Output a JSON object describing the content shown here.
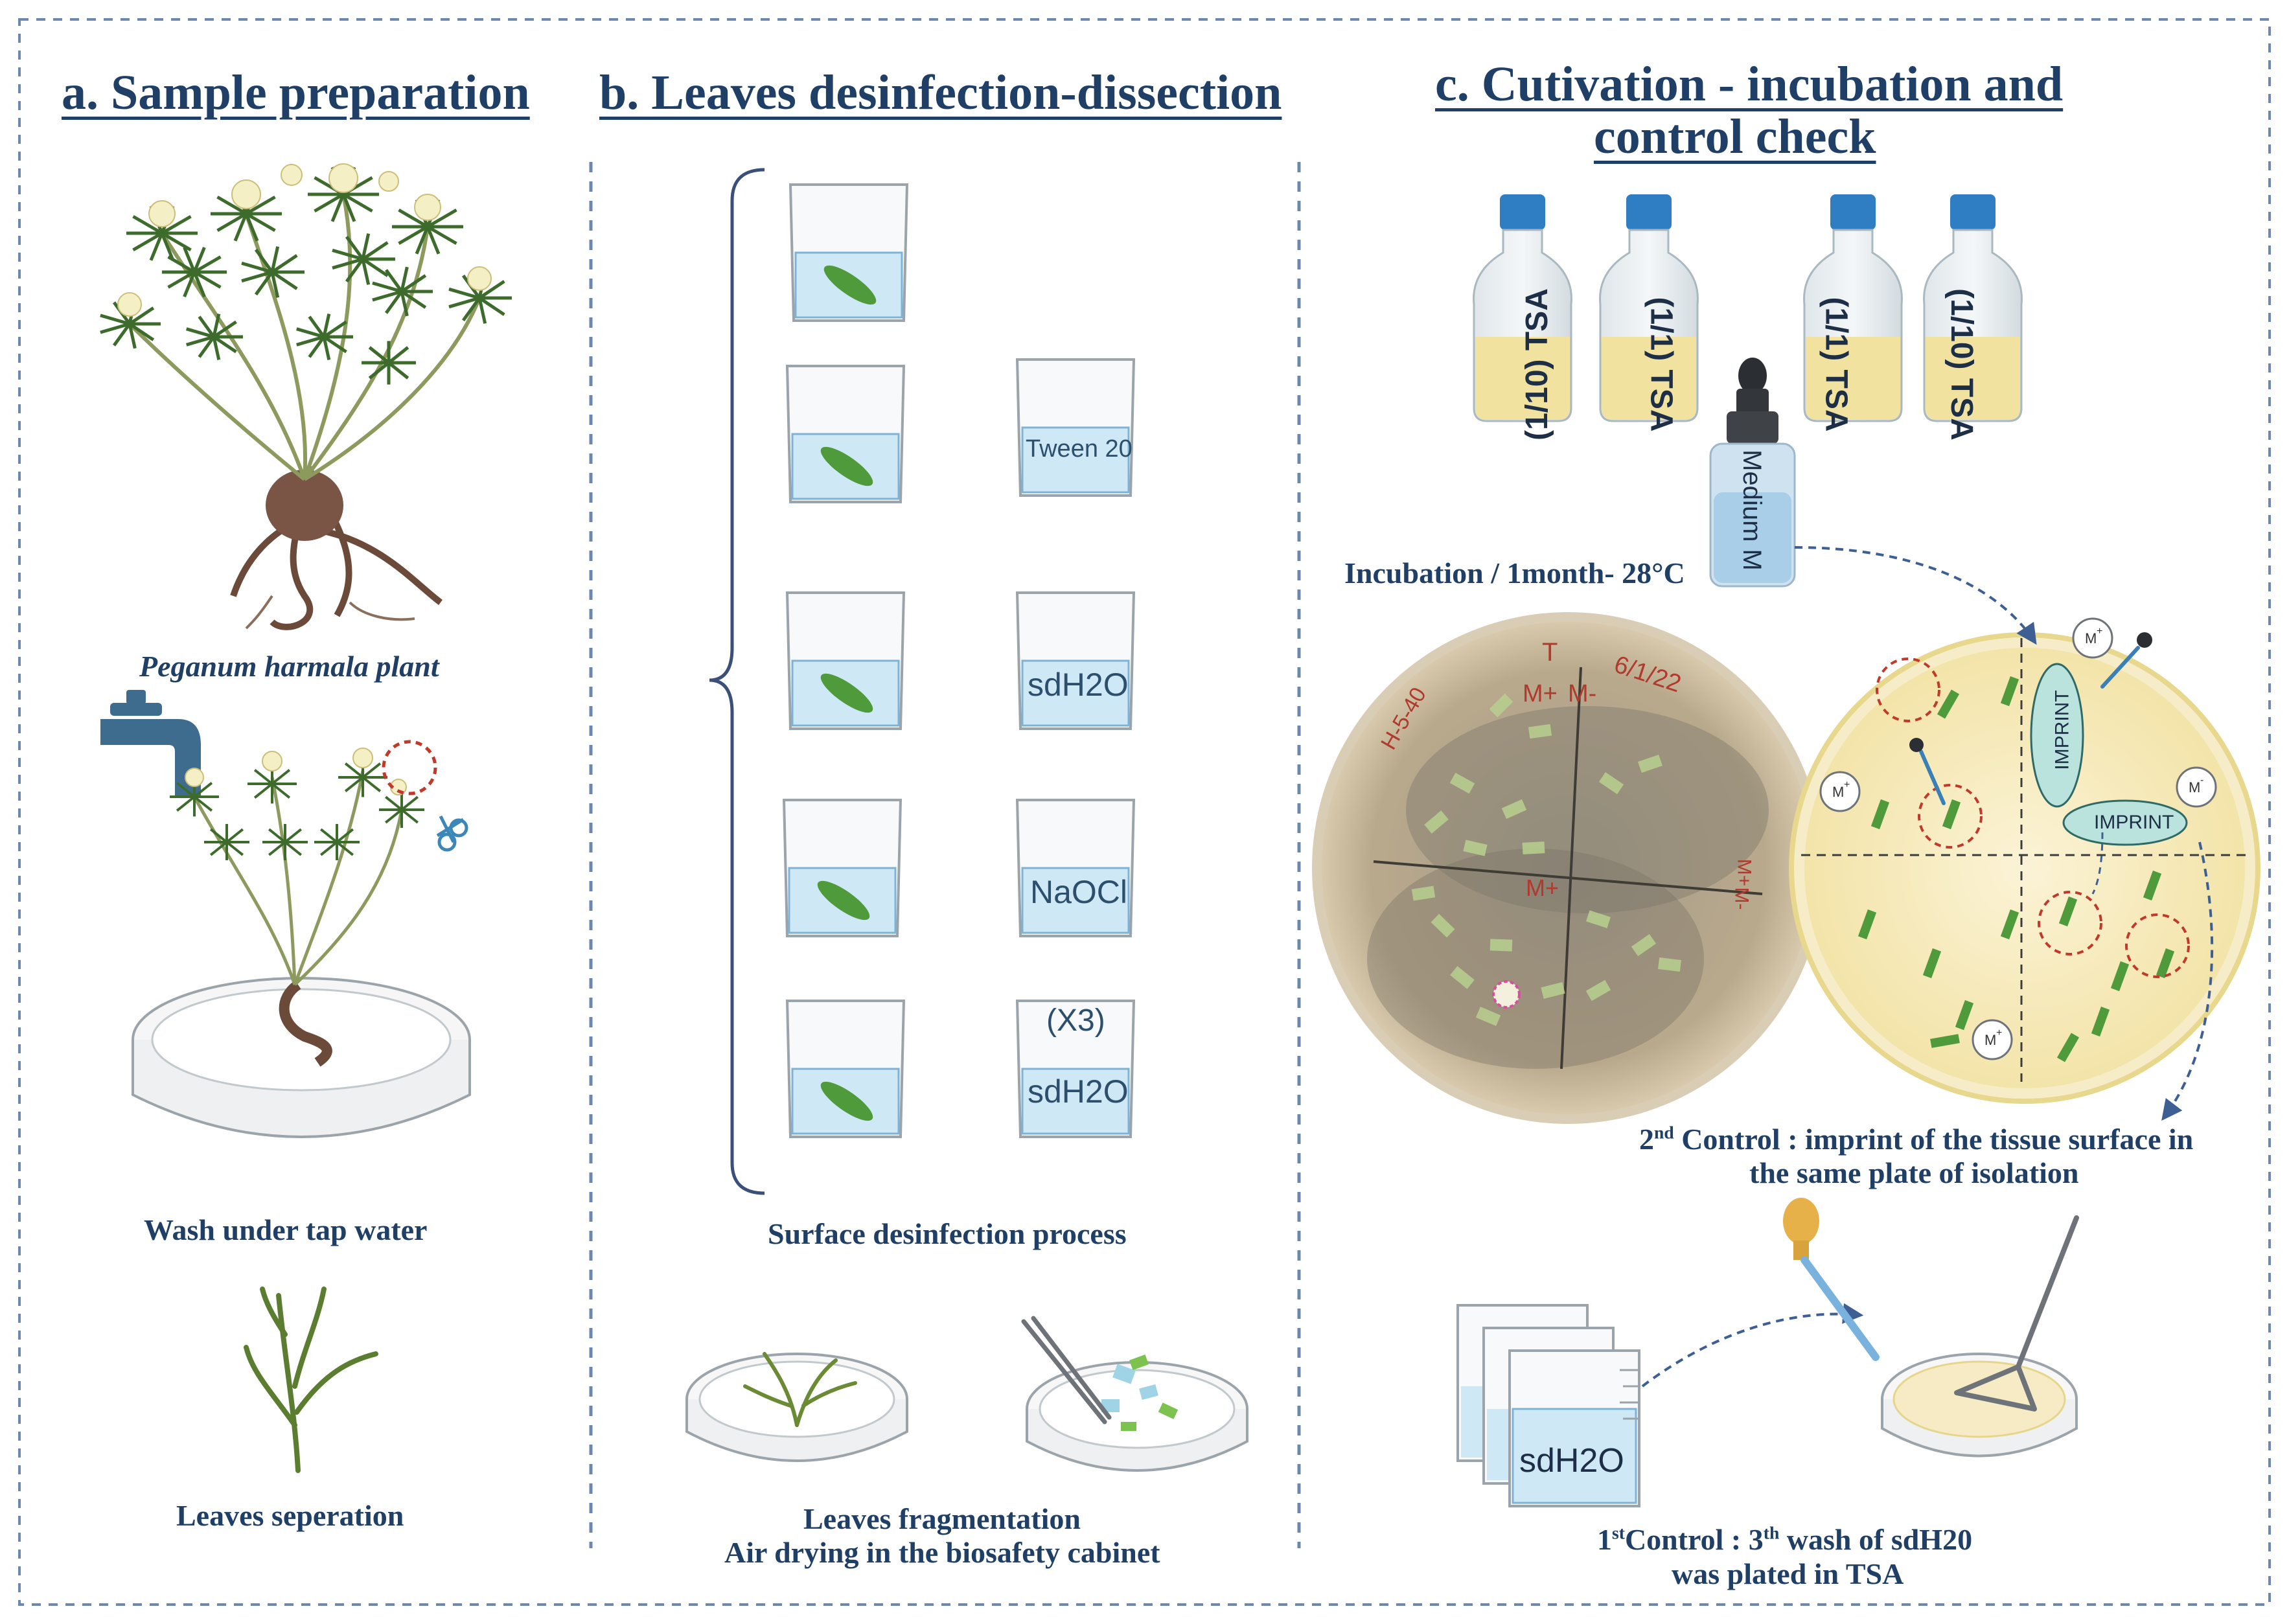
{
  "sections": {
    "a": {
      "title": "a. Sample preparation",
      "caption_plant": "Peganum harmala plant",
      "caption_wash": "Wash under tap water",
      "caption_leaves": "Leaves seperation"
    },
    "b": {
      "title": "b. Leaves desinfection-dissection",
      "beaker_labels": [
        "Tween 20",
        "sdH2O",
        "NaOCl",
        "(X3)",
        "sdH2O"
      ],
      "caption_process": "Surface desinfection process",
      "caption_fragmentation_1": "Leaves fragmentation",
      "caption_fragmentation_2": "Air drying in the biosafety cabinet"
    },
    "c": {
      "title_line1": "c. Cutivation - incubation and",
      "title_line2": "control check",
      "bottle_labels": [
        "(1/10) TSA",
        "(1/1) TSA",
        "(1/1) TSA",
        "(1/10) TSA"
      ],
      "dropper_label": "Medium M",
      "incubation": "Incubation / 1month- 28°C",
      "photo_marks": [
        "T",
        "M+",
        "M-",
        "6/1/22",
        "M+",
        "M+",
        "M-",
        "H-5-40"
      ],
      "imprint_label": "IMPRINT",
      "m_plus": "M",
      "m_plus_sup": "+",
      "m_minus": "M",
      "m_minus_sup": "-",
      "control2_line1_a": "2",
      "control2_line1_sup": "nd",
      "control2_line1_b": " Control : imprint of the tissue surface in",
      "control2_line2": "the same plate of isolation",
      "beaker_label": "sdH2O",
      "control1_line1_a": "1",
      "control1_line1_sup": "st",
      "control1_line1_b": "Control : 3",
      "control1_line1_sup2": "th",
      "control1_line1_c": " wash of sdH20",
      "control1_line2": "was plated in TSA"
    }
  },
  "colors": {
    "title": "#1f3f66",
    "dashed_border": "#6d88b0",
    "liquid_blue": "#cfe8f6",
    "leaf_green": "#4f9a3a",
    "bottle_cap": "#2f7dc2",
    "media_yellow": "#f2e2a0",
    "red_dash": "#c0392b",
    "plate_photo": "#c4b49a"
  },
  "icons": [
    "faucet-icon",
    "scissors-icon",
    "plant-illustration",
    "petri-dish-icon",
    "beaker-icon",
    "media-bottle-icon",
    "dropper-bottle-icon",
    "spreader-icon",
    "pipette-icon"
  ]
}
